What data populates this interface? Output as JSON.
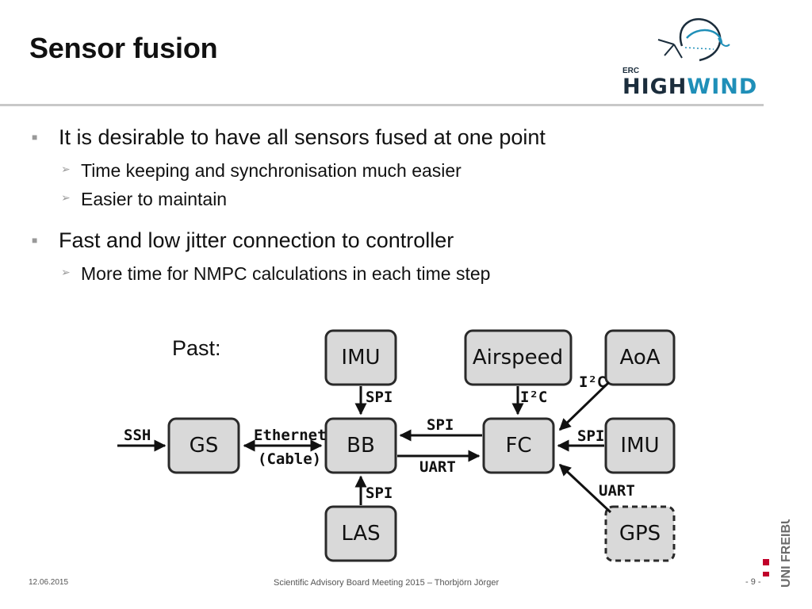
{
  "slide": {
    "title": "Sensor fusion",
    "logo": {
      "erc": "ERC",
      "word_high": "HIGH",
      "word_wind": "WIND"
    },
    "bullets": [
      {
        "text": "It is desirable to have all sensors fused at one point",
        "sub": [
          "Time keeping and synchronisation much easier",
          "Easier to maintain"
        ]
      },
      {
        "text": "Fast and low jitter connection to controller",
        "sub": [
          "More time for NMPC calculations in each time step"
        ]
      }
    ],
    "past_label": "Past:",
    "diagram": {
      "nodes": {
        "imu_top": "IMU",
        "airspeed": "Airspeed",
        "aoa": "AoA",
        "gs": "GS",
        "bb": "BB",
        "fc": "FC",
        "imu_right": "IMU",
        "las": "LAS",
        "gps": "GPS"
      },
      "labels": {
        "ssh": "SSH",
        "ethernet": "Ethernet",
        "cable": "(Cable)",
        "spi_imu_bb": "SPI",
        "i2c_airspeed_fc": "I²C",
        "i2c_aoa_fc": "I²C",
        "spi_fc_bb": "SPI",
        "uart_bb_fc": "UART",
        "spi_imu_fc": "SPI",
        "uart_gps_fc": "UART",
        "spi_las_bb": "SPI"
      }
    },
    "footer": {
      "date": "12.06.2015",
      "center": "Scientific Advisory Board Meeting 2015 – Thorbjörn Jörger",
      "page": "- 9 -",
      "uni_logo": "UNI FREIBURG"
    },
    "colors": {
      "highwind_dark": "#1b2d3c",
      "highwind_blue": "#1f8fb8",
      "uni_red": "#c1002a",
      "box_fill": "#d9d9d9"
    }
  }
}
